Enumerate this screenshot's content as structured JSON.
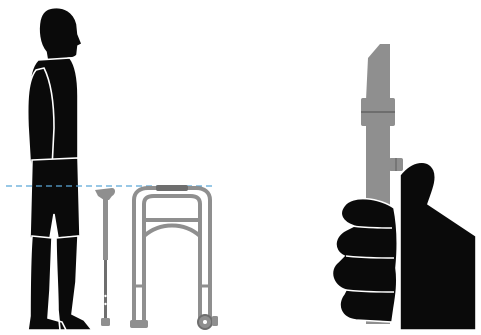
{
  "illustration": {
    "left_panel": {
      "subject": "standing-person",
      "aids": [
        "walking-cane",
        "walker"
      ],
      "guide": "dashed-height-line"
    },
    "right_panel": {
      "subject": "hand-gripping-adjustable-pole",
      "detail": "push-button-height-adjuster"
    }
  },
  "colors": {
    "silhouette": "#0a0a0a",
    "equipment": "#8f8f8f",
    "equipment_dark": "#6e6e6e",
    "outline": "#ffffff",
    "guide_line": "#5aa6d6",
    "background": "#ffffff"
  }
}
